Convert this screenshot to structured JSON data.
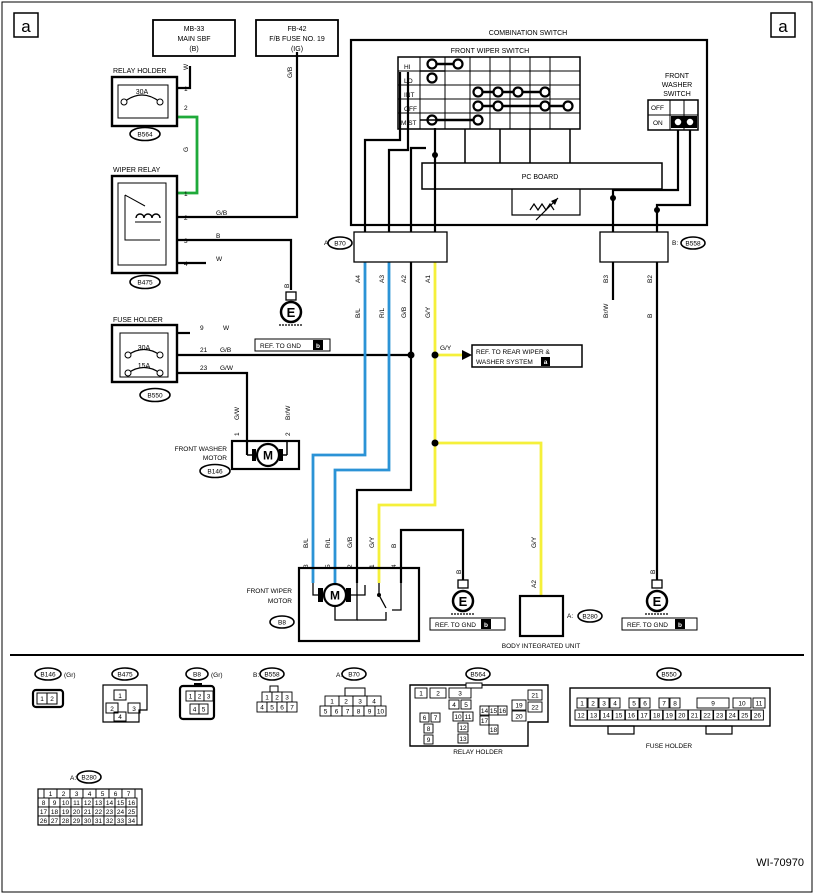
{
  "page": {
    "corner_left": "a",
    "corner_right": "a",
    "figure_id": "WI-70970"
  },
  "wire_colors": {
    "yellow": "#f5f03a",
    "blue": "#2b93d6",
    "green": "#1faa3a",
    "black": "#000000"
  },
  "top": {
    "mb33": [
      "MB-33",
      "MAIN SBF",
      "(B)"
    ],
    "fb42": [
      "FB-42",
      "F/B FUSE NO. 19",
      "(IG)"
    ],
    "w_label": "W",
    "gb_label": "G/B"
  },
  "relay_holder": {
    "title": "RELAY HOLDER",
    "fuse": "30A",
    "pin1": "1",
    "pin2": "2",
    "connector": "B564",
    "wire_g": "G"
  },
  "wiper_relay": {
    "title": "WIPER RELAY",
    "pins": [
      "1",
      "2",
      "3",
      "4"
    ],
    "wires": [
      "G/B",
      "B",
      "W"
    ],
    "connector": "B475"
  },
  "ground_left": {
    "wire": "B",
    "ref": "REF. TO GND",
    "tag": "b"
  },
  "fuse_holder": {
    "title": "FUSE HOLDER",
    "fuse1": "30A",
    "fuse2": "15A",
    "pins": [
      "9",
      "21",
      "23"
    ],
    "wires": [
      "W",
      "G/B",
      "G/W"
    ],
    "connector": "B550"
  },
  "combination_switch": {
    "title": "COMBINATION SWITCH",
    "wiper_title": "FRONT WIPER SWITCH",
    "positions": [
      "HI",
      "LO",
      "INT",
      "OFF",
      "MIST"
    ],
    "washer_title": [
      "FRONT",
      "WASHER",
      "SWITCH"
    ],
    "washer_positions": [
      "OFF",
      "ON"
    ],
    "pc_board": "PC BOARD"
  },
  "connector_a": {
    "prefix": "A:",
    "name": "B70",
    "pins": [
      "A4",
      "A3",
      "A2",
      "A1"
    ],
    "wires": [
      "B/L",
      "R/L",
      "G/B",
      "G/Y"
    ]
  },
  "connector_b": {
    "prefix": "B:",
    "name": "B558",
    "pins": [
      "B3",
      "B2"
    ],
    "wires": [
      "Br/W",
      "B"
    ]
  },
  "rear_ref": {
    "wire": "G/Y",
    "lines": [
      "REF. TO REAR WIPER &",
      "WASHER SYSTEM"
    ],
    "tag": "a"
  },
  "washer_motor": {
    "title": [
      "FRONT WASHER",
      "MOTOR"
    ],
    "pins": [
      "1",
      "2"
    ],
    "wires": [
      "G/W",
      "Br/W"
    ],
    "connector": "B146",
    "symbol": "M"
  },
  "wiper_motor": {
    "title": [
      "FRONT WIPER",
      "MOTOR"
    ],
    "pins": [
      "3",
      "5",
      "2",
      "1",
      "4"
    ],
    "wires": [
      "B/L",
      "R/L",
      "G/B",
      "G/Y",
      "B"
    ],
    "connector": "B8",
    "symbol": "M"
  },
  "ground_mid": {
    "wire": "B",
    "ref": "REF. TO GND",
    "tag": "b"
  },
  "ground_right": {
    "wire": "B",
    "ref": "REF. TO GND",
    "tag": "b"
  },
  "body_unit": {
    "title": "BODY INTEGRATED UNIT",
    "prefix": "A:",
    "connector": "B280",
    "pin": "A2",
    "wire": "G/Y"
  },
  "earth_symbol": "E",
  "bottom": {
    "c_b146": {
      "name": "B146",
      "note": "(Gr)",
      "pins": [
        "1",
        "2"
      ]
    },
    "c_b475": {
      "name": "B475",
      "pins": [
        "1",
        "2",
        "3",
        "4"
      ]
    },
    "c_b8": {
      "name": "B8",
      "note": "(Gr)",
      "pins": [
        "1",
        "2",
        "3",
        "4",
        "5"
      ]
    },
    "c_b558": {
      "prefix": "B:",
      "name": "B558",
      "pins": [
        "1",
        "2",
        "3",
        "4",
        "5",
        "6",
        "7"
      ]
    },
    "c_b70": {
      "prefix": "A:",
      "name": "B70",
      "pins": [
        "1",
        "2",
        "3",
        "4",
        "5",
        "6",
        "7",
        "8",
        "9",
        "10"
      ]
    },
    "c_b564": {
      "name": "B564",
      "caption": "RELAY HOLDER",
      "pins": [
        "1",
        "2",
        "3",
        "4",
        "5",
        "6",
        "7",
        "8",
        "9",
        "10",
        "11",
        "12",
        "13",
        "14",
        "15",
        "16",
        "17",
        "18",
        "19",
        "20",
        "21",
        "22"
      ]
    },
    "c_b550": {
      "name": "B550",
      "caption": "FUSE HOLDER",
      "pins": [
        "1",
        "2",
        "3",
        "4",
        "5",
        "6",
        "7",
        "8",
        "9",
        "10",
        "11",
        "12",
        "13",
        "14",
        "15",
        "16",
        "17",
        "18",
        "19",
        "20",
        "21",
        "22",
        "23",
        "24",
        "25",
        "26"
      ]
    },
    "c_b280": {
      "prefix": "A:",
      "name": "B280",
      "pins": [
        "1",
        "2",
        "3",
        "4",
        "5",
        "6",
        "7",
        "8",
        "9",
        "10",
        "11",
        "12",
        "13",
        "14",
        "15",
        "16",
        "17",
        "18",
        "19",
        "20",
        "21",
        "22",
        "23",
        "24",
        "25",
        "26",
        "27",
        "28",
        "29",
        "30",
        "31",
        "32",
        "33",
        "34"
      ]
    }
  }
}
